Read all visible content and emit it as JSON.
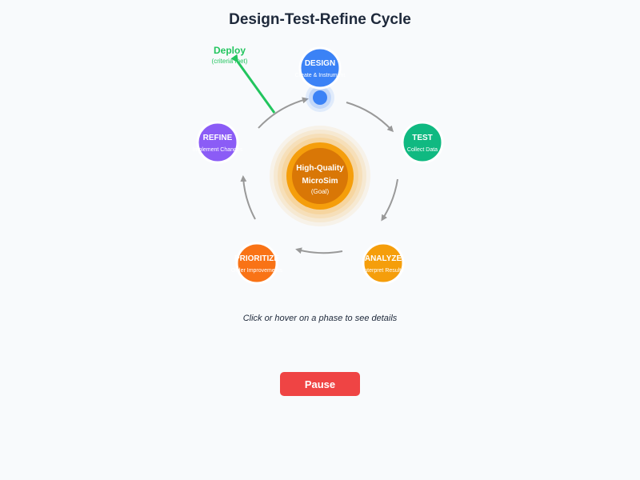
{
  "title": "Design-Test-Refine Cycle",
  "goal": {
    "line1": "High-Quality",
    "line2": "MicroSim",
    "line3": "(Goal)"
  },
  "phases": [
    {
      "label": "DESIGN",
      "sub": "Create & Instrument",
      "color": "#3b82f6"
    },
    {
      "label": "TEST",
      "sub": "Collect Data",
      "color": "#10b981"
    },
    {
      "label": "ANALYZE",
      "sub": "Interpret Results",
      "color": "#f59e0b"
    },
    {
      "label": "PRIORITIZE",
      "sub": "Order Improvements",
      "color": "#f97316"
    },
    {
      "label": "REFINE",
      "sub": "Implement Changes",
      "color": "#8b5cf6"
    }
  ],
  "deploy": {
    "label": "Deploy",
    "sub": "(criteria met)",
    "color": "#22c55e"
  },
  "hint": "Click or hover on a phase to see details",
  "pause_label": "Pause"
}
